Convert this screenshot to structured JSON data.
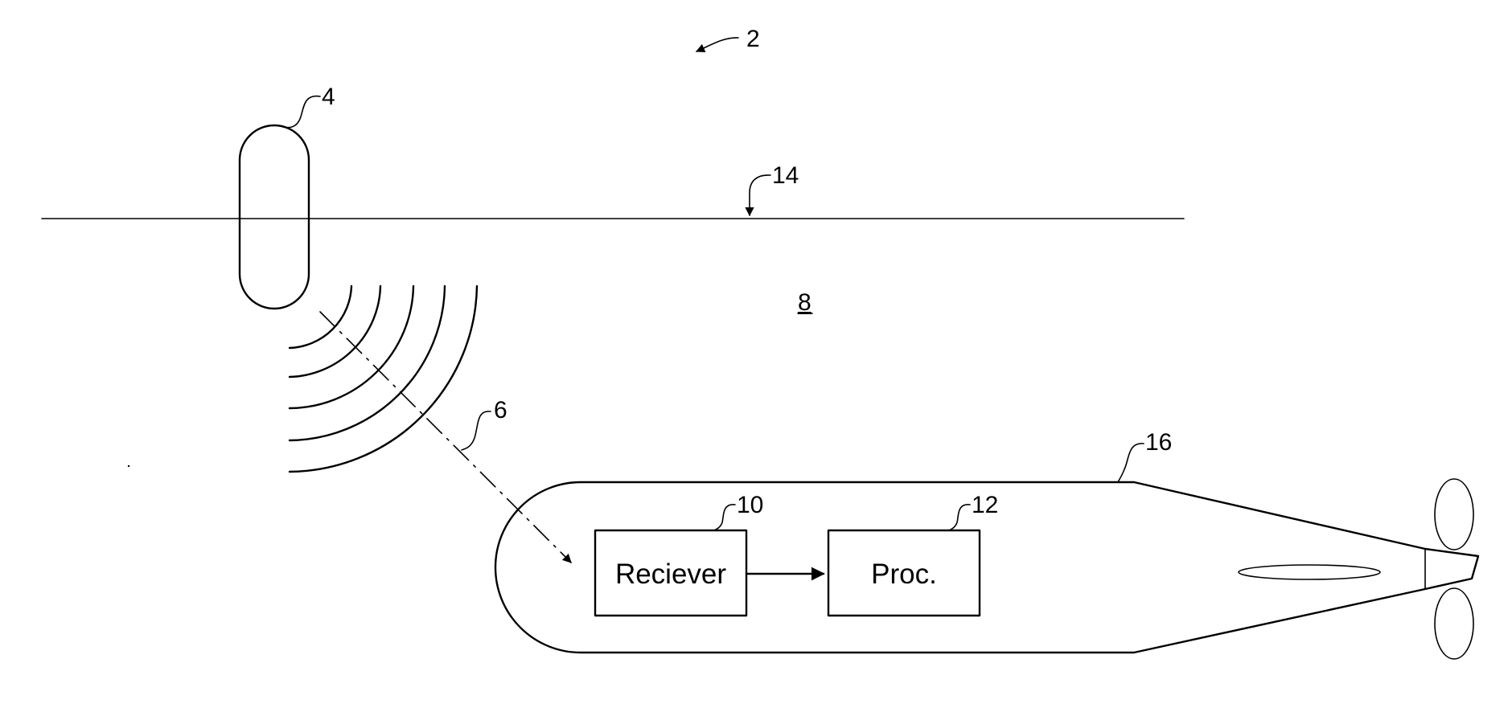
{
  "diagram": {
    "ref_system": "2",
    "ref_buoy": "4",
    "ref_signal": "6",
    "ref_medium": "8",
    "ref_receiver": "10",
    "ref_processor": "12",
    "ref_surface": "14",
    "ref_vehicle": "16",
    "receiver_label": "Reciever",
    "processor_label": "Proc."
  },
  "colors": {
    "line": "#000000",
    "background": "#ffffff"
  }
}
